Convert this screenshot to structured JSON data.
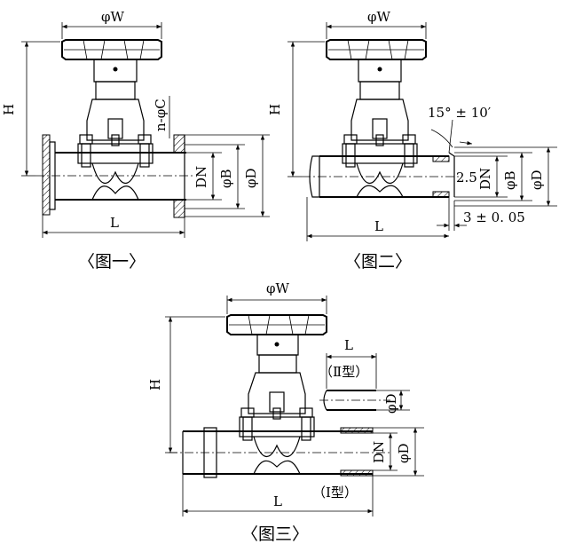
{
  "figures": [
    {
      "caption": "〈图一〉",
      "labels": {
        "handwheel_dia": "φW",
        "height": "H",
        "bolt_holes": "n-φC",
        "nominal": "DN",
        "bolt_circle": "φB",
        "flange_dia": "φD",
        "length": "L"
      }
    },
    {
      "caption": "〈图二〉",
      "labels": {
        "handwheel_dia": "φW",
        "height": "H",
        "angle": "15° ± 10′",
        "offset": "2.5",
        "nominal": "DN",
        "bore": "φB",
        "outer": "φD",
        "thickness": "3 ± 0. 05",
        "length": "L"
      }
    },
    {
      "caption": "〈图三〉",
      "labels": {
        "handwheel_dia": "φW",
        "height": "H",
        "type2_length": "L",
        "type2": "（Ⅱ型）",
        "type2_dia": "φD",
        "nominal": "DN",
        "outer": "φD",
        "type1": "（Ⅰ型）",
        "length": "L"
      }
    }
  ]
}
